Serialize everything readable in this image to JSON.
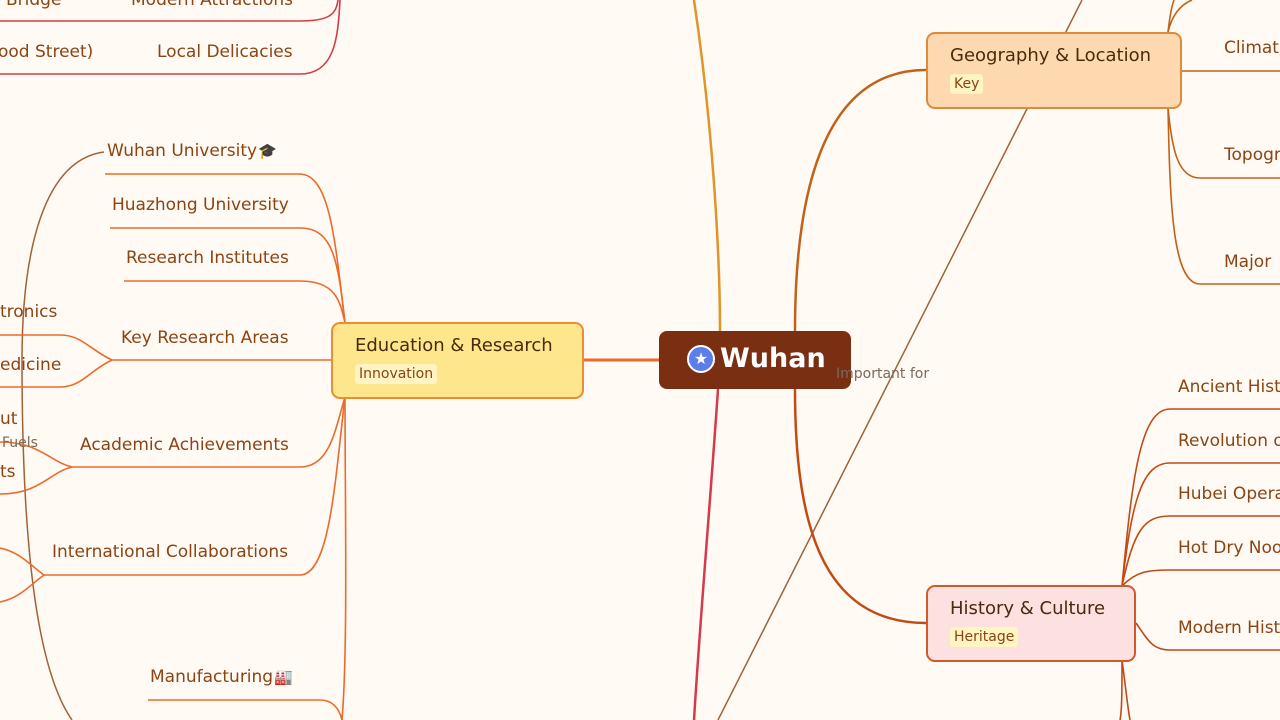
{
  "central": {
    "title": "Wuhan",
    "icon": "star-icon"
  },
  "branches": {
    "geography": {
      "title": "Geography & Location",
      "tag": "Key",
      "fill": "#fed8ae",
      "border": "#dc8b3c"
    },
    "education": {
      "title": "Education & Research",
      "tag": "Innovation",
      "fill": "#fde68c",
      "border": "#ec8c34"
    },
    "history": {
      "title": "History & Culture",
      "tag": "Heritage",
      "fill": "#fde0e0",
      "border": "#d05a2c"
    }
  },
  "education_topics": {
    "wuhan_university": "Wuhan University",
    "wuhan_university_emoji": "🎓",
    "huazhong_university": "Huazhong University",
    "research_institutes": "Research Institutes",
    "key_research_areas": "Key Research Areas",
    "academic_achievements": "Academic Achievements",
    "international_collaborations": "International Collaborations"
  },
  "economy_topics": {
    "manufacturing": "Manufacturing",
    "manufacturing_emoji": "🏭"
  },
  "attractions_topics": {
    "bridge_fragment": "Bridge",
    "modern_attractions": "Modern Attractions",
    "food_street_fragment": "ood Street)",
    "local_delicacies": "Local Delicacies"
  },
  "research_fragments": {
    "electronics": "tronics",
    "medicine": "edicine",
    "output": "ut",
    "results": "ts"
  },
  "geography_topics": {
    "climate": "Climat",
    "topography": "Topogr",
    "major": "Major "
  },
  "history_topics": {
    "ancient": "Ancient Hist",
    "revolution": "Revolution o",
    "hubei_opera": "Hubei Opera",
    "hot_dry_noodles": "Hot Dry Noo",
    "modern_history": "Modern Hist"
  },
  "relations": {
    "important_for": "Important for",
    "fuels": "Fuels"
  },
  "colors": {
    "background": "#fffaf3",
    "central": "#7a2e12",
    "education_line": "#ec6a2a",
    "geography_line": "#c0621c",
    "history_line": "#c24a14",
    "attractions_line": "#d43a4a",
    "top_line": "#e0942c",
    "relation_line": "#a0623a"
  }
}
